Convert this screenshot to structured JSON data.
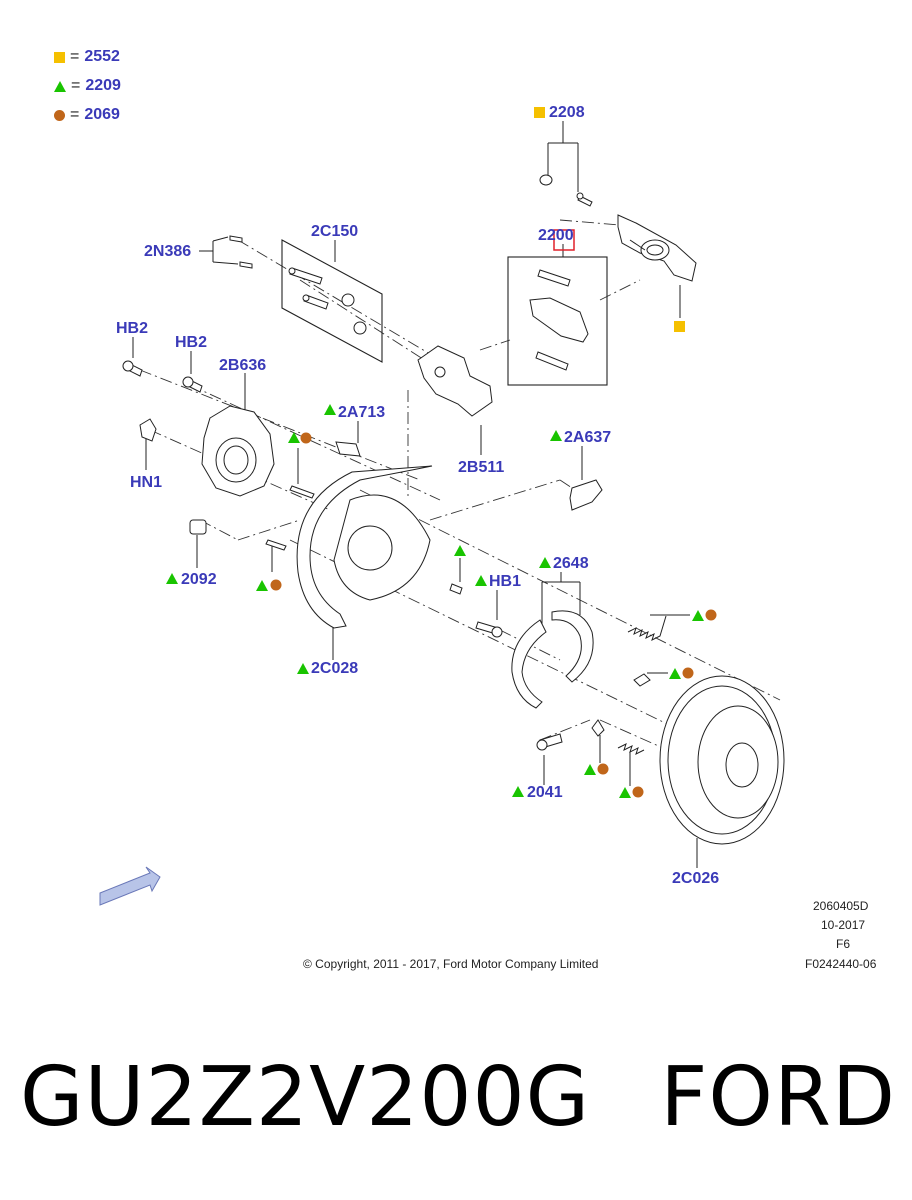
{
  "legend": [
    {
      "icon": "yellow-square",
      "value": "2552"
    },
    {
      "icon": "green-triangle",
      "value": "2209"
    },
    {
      "icon": "brown-circle",
      "value": "2069"
    }
  ],
  "colors": {
    "label": "#3a3ab8",
    "square": "#f5c000",
    "triangle": "#19c400",
    "circle": "#c0661a",
    "highlight": "#e0202a"
  },
  "labels": {
    "l2208": "2208",
    "l2C150": "2C150",
    "l2N386": "2N386",
    "l2200": "2200",
    "lHB2a": "HB2",
    "lHB2b": "HB2",
    "l2B636": "2B636",
    "l2A713": "2A713",
    "lHN1": "HN1",
    "l2B511": "2B511",
    "l2A637": "2A637",
    "l2092": "2092",
    "lHB1": "HB1",
    "l2648": "2648",
    "l2C028": "2C028",
    "l2041": "2041",
    "l2C026": "2C026"
  },
  "meta": {
    "code1": "2060405D",
    "date": "10-2017",
    "page": "F6",
    "code2": "F0242440-06",
    "copyright": "© Copyright, 2011 - 2017, Ford Motor Company Limited"
  },
  "footer": {
    "part_number": "GU2Z2V200G",
    "brand": "FORD"
  }
}
